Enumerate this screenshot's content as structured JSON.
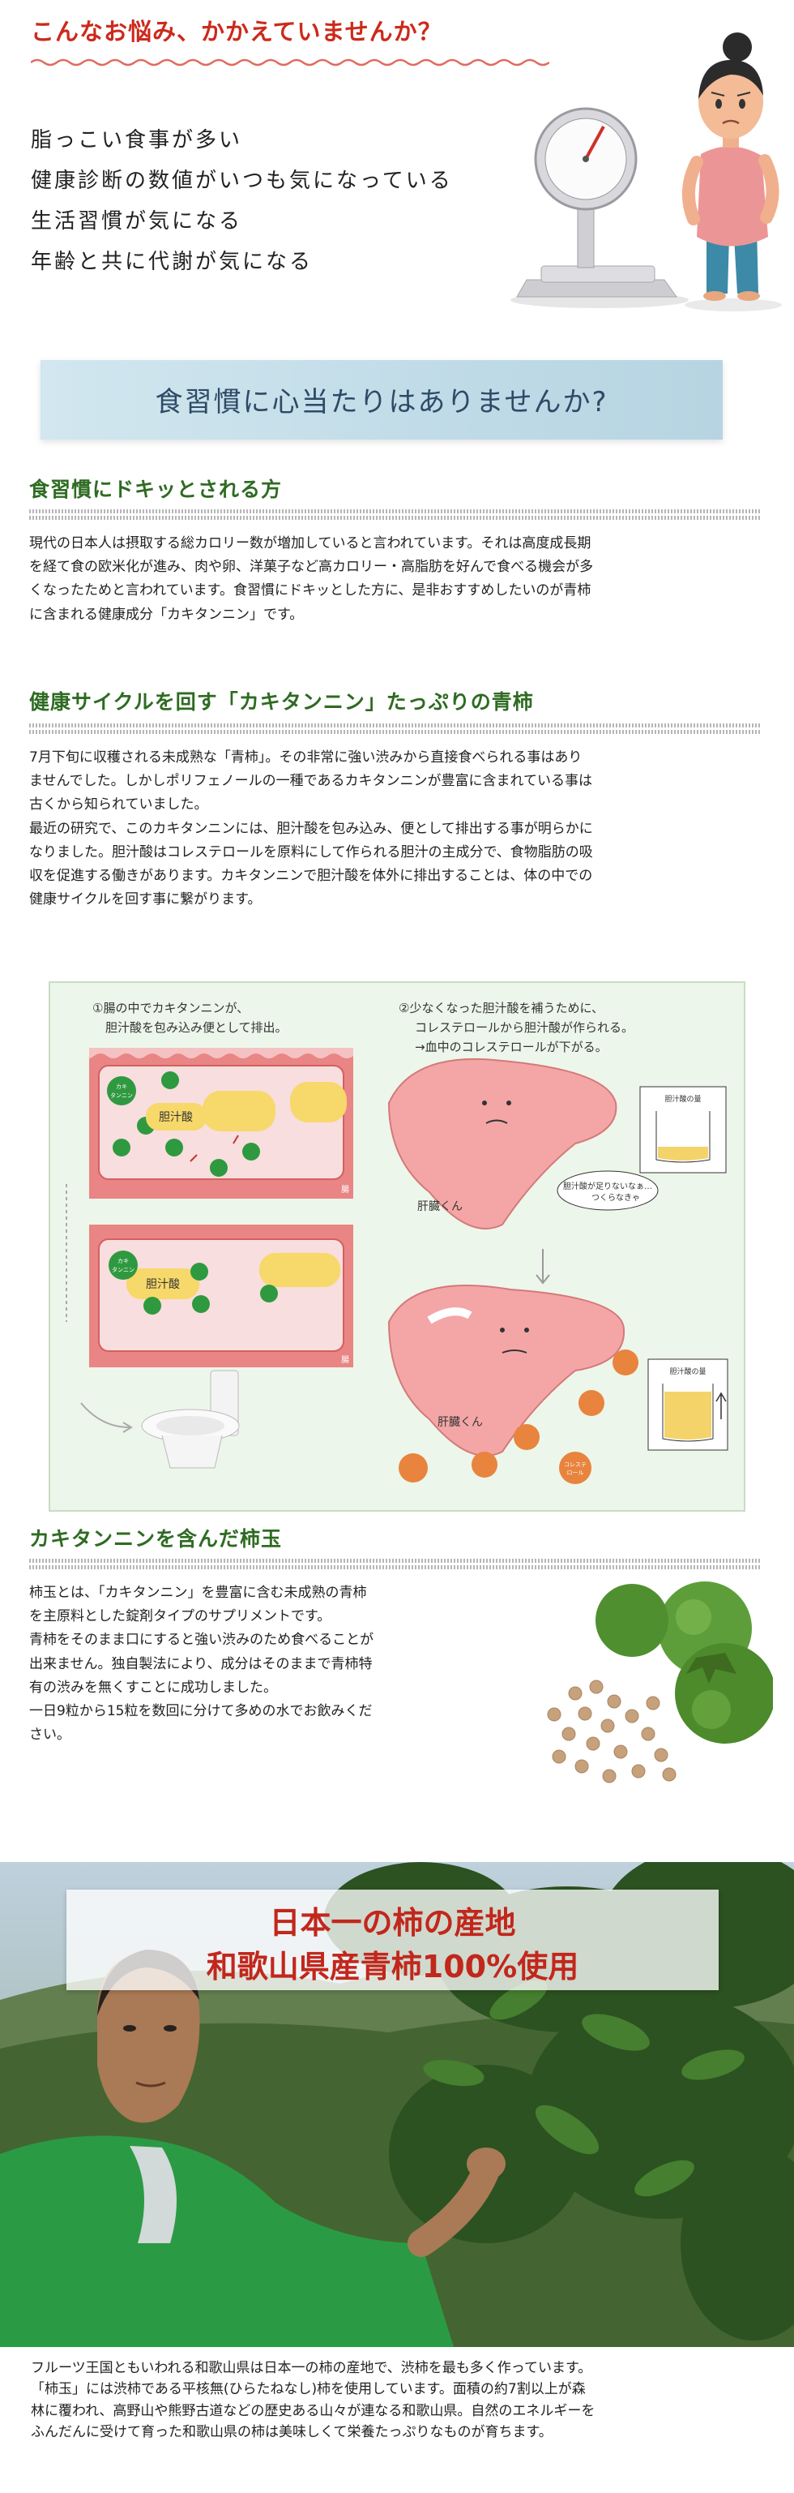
{
  "hero": {
    "title": "こんなお悩み、かかえていませんか？",
    "worries": [
      "脂っこい食事が多い",
      "健康診断の数値がいつも気になっている",
      "生活習慣が気になる",
      "年齢と共に代謝が気になる"
    ]
  },
  "banner": {
    "text": "食習慣に心当たりはありませんか?"
  },
  "section1": {
    "title": "食習慣にドキッとされる方",
    "lines": [
      "現代の日本人は摂取する総カロリー数が増加していると言われています。それは高度成長期",
      "を経て食の欧米化が進み、肉や卵、洋菓子など高カロリー・高脂肪を好んで食べる機会が多",
      "くなったためと言われています。食習慣にドキッとした方に、是非おすすめしたいのが青柿",
      "に含まれる健康成分「カキタンニン」です。"
    ]
  },
  "section2": {
    "title": "健康サイクルを回す「カキタンニン」たっぷりの青柿",
    "lines": [
      "7月下旬に収穫される未成熟な「青柿」。その非常に強い渋みから直接食べられる事はあり",
      "ませんでした。しかしポリフェノールの一種であるカキタンニンが豊富に含まれている事は",
      "古くから知られていました。",
      "最近の研究で、このカキタンニンには、胆汁酸を包み込み、便として排出する事が明らかに",
      "なりました。胆汁酸はコレステロールを原料にして作られる胆汁の主成分で、食物脂肪の吸",
      "収を促進する働きがあります。カキタンニンで胆汁酸を体外に排出することは、体の中での",
      "健康サイクルを回す事に繋がります。"
    ]
  },
  "diagram": {
    "step1": [
      "①腸の中でカキタンニンが、",
      "胆汁酸を包み込み便として排出。"
    ],
    "step2": [
      "②少なくなった胆汁酸を補うために、",
      "コレステロールから胆汁酸が作られる。",
      "→血中のコレステロールが下がる。"
    ],
    "tannin_label": [
      "カキ",
      "タンニン"
    ],
    "bile_label": "胆汁酸",
    "intestine_label": "腸",
    "liver_label": "肝臓くん",
    "bile_amount_label": "胆汁酸の量",
    "speech": [
      "胆汁酸が足りないなぁ…",
      "つくらなきゃ"
    ],
    "chol_label": [
      "コレステ",
      "ロール"
    ]
  },
  "section3": {
    "title": "カキタンニンを含んだ柿玉",
    "lines": [
      "柿玉とは、「カキタンニン」を豊富に含む未成熟の青柿",
      "を主原料とした錠剤タイプのサプリメントです。",
      "青柿をそのまま口にすると強い渋みのため食べることが",
      "出来ません。独自製法により、成分はそのままで青柿特",
      "有の渋みを無くすことに成功しました。",
      "一日9粒から15粒を数回に分けて多めの水でお飲みくだ",
      "さい。"
    ]
  },
  "promo": {
    "line1": "日本一の柿の産地",
    "line2": "和歌山県産青柿100%使用",
    "lines": [
      "フルーツ王国ともいわれる和歌山県は日本一の柿の産地で、渋柿を最も多く作っています。",
      "「柿玉」には渋柿である平核無(ひらたねなし)柿を使用しています。面積の約7割以上が森",
      "林に覆われ、高野山や熊野古道などの歴史ある山々が連なる和歌山県。自然のエネルギーを",
      "ふんだんに受けて育った和歌山県の柿は美味しくて栄養たっぷりなものが育ちます。"
    ]
  }
}
